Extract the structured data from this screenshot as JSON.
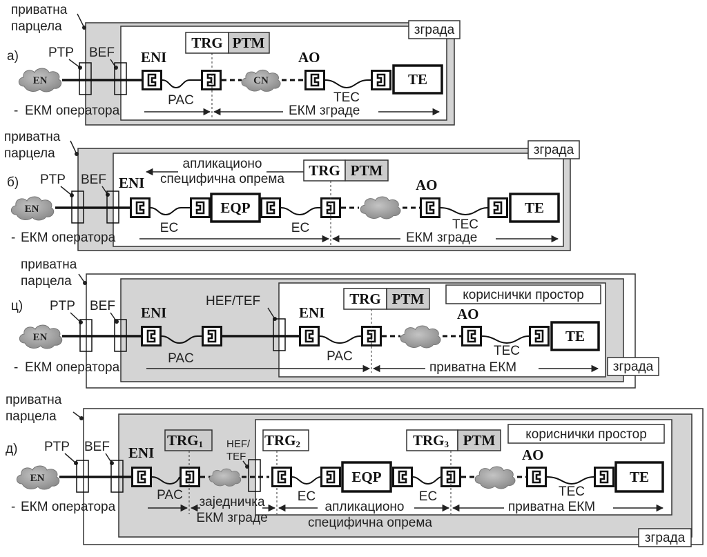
{
  "common": {
    "private_parcel": [
      "приватна",
      "парцела"
    ],
    "building": "зграда",
    "ptp": "PTP",
    "bef": "BEF",
    "eni": "ENI",
    "ao": "AO",
    "te": "TE",
    "tec": "TEC",
    "en": "EN",
    "trg": "TRG",
    "ptm": "PTM",
    "operator_ekm": "ЕКМ оператора",
    "building_ekm": "ЕКМ зграде",
    "private_ekm": "приватна ЕКМ",
    "user_space": "кориснички простор",
    "pac": "PAC",
    "ec": "EC",
    "eqp": "EQP",
    "hef_tef": "HEF/TEF",
    "hef": "HEF/",
    "tef": "TEF"
  },
  "panel_a": {
    "label": "а)",
    "cn": "CN"
  },
  "panel_b": {
    "label": "б)",
    "app_equipment": [
      "апликационо",
      "специфична опрема"
    ]
  },
  "panel_c": {
    "label": "ц)"
  },
  "panel_d": {
    "label": "д)",
    "trg1": "TRG",
    "trg1_sub": "1",
    "trg2": "TRG",
    "trg2_sub": "2",
    "trg3": "TRG",
    "trg3_sub": "3",
    "shared_building_ekm": [
      "заједничка",
      "ЕКМ зграде"
    ],
    "app_equipment": [
      "апликационо",
      "специфична опрема"
    ]
  }
}
